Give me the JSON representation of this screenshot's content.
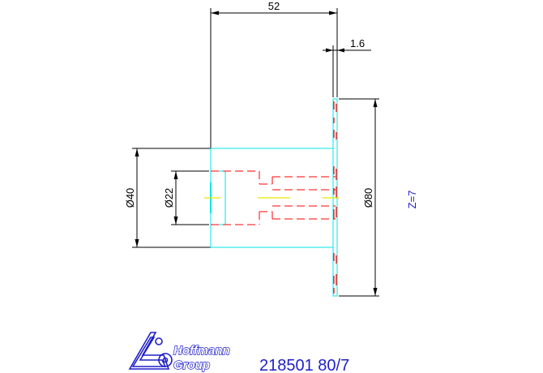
{
  "dimensions": {
    "overall_length": "52",
    "disc_thickness": "1.6",
    "hub_diameter": "Ø40",
    "bore_diameter": "Ø22",
    "outer_diameter": "Ø80",
    "teeth": "Z=7"
  },
  "logo": {
    "brand_line1": "Hoffmann",
    "brand_line2": "Group"
  },
  "part_number": "218501 80/7",
  "colors": {
    "dimension": "#000000",
    "outline": "#00e5e5",
    "hidden": "#ff0000",
    "centerline": "#e8e800",
    "annotation": "#1f1fc8"
  }
}
